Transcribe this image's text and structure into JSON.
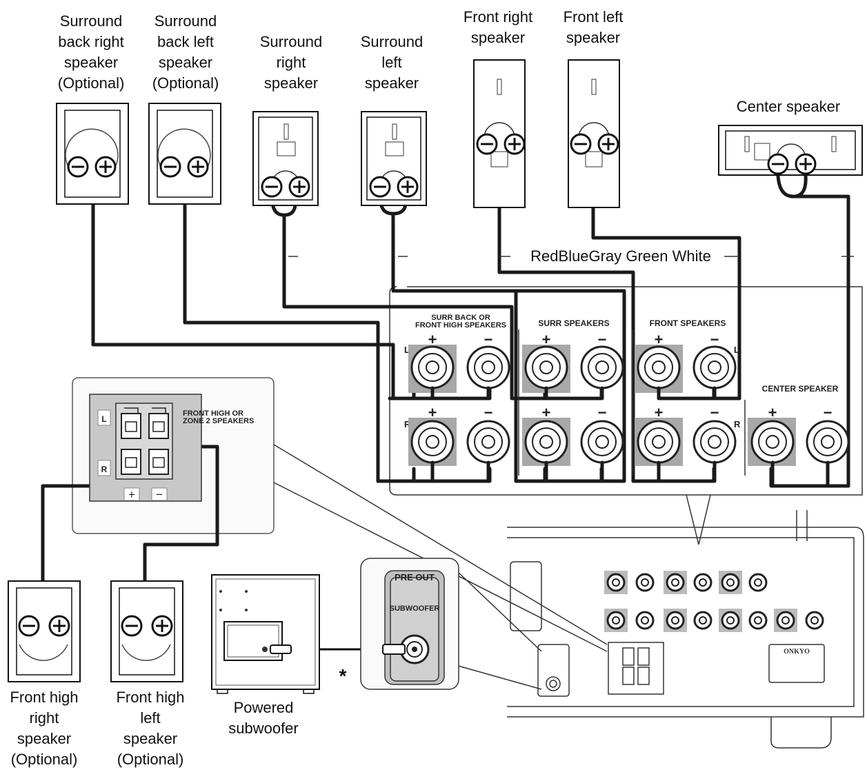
{
  "labels": {
    "sbr": [
      "Surround",
      "back right",
      "speaker",
      "(Optional)"
    ],
    "sbl": [
      "Surround",
      "back left",
      "speaker",
      "(Optional)"
    ],
    "sr": [
      "Surround",
      "right",
      "speaker"
    ],
    "sl": [
      "Surround",
      "left",
      "speaker"
    ],
    "fr": [
      "Front right",
      "speaker"
    ],
    "fl": [
      "Front left",
      "speaker"
    ],
    "center": [
      "Center speaker"
    ],
    "fhr": [
      "Front high",
      "right",
      "speaker",
      "(Optional)"
    ],
    "fhl": [
      "Front high",
      "left",
      "speaker",
      "(Optional)"
    ],
    "sub": [
      "Powered",
      "subwoofer"
    ]
  },
  "color_legend": "RedBlueGray Green  White",
  "panel": {
    "surr_back_line1": "SURR BACK OR",
    "surr_back_line2": "FRONT HIGH SPEAKERS",
    "surr": "SURR SPEAKERS",
    "front": "FRONT SPEAKERS",
    "center": "CENTER SPEAKER",
    "plus": "+",
    "minus": "−",
    "L": "L",
    "R": "R"
  },
  "zone": {
    "line1": "FRONT HIGH OR",
    "line2": "ZONE 2 SPEAKERS",
    "L": "L",
    "R": "R",
    "plus": "+",
    "minus": "−"
  },
  "preout": {
    "title": "PRE OUT",
    "sub": "SUBWOOFER"
  },
  "asterisk": "*",
  "brand": "ONKYO"
}
